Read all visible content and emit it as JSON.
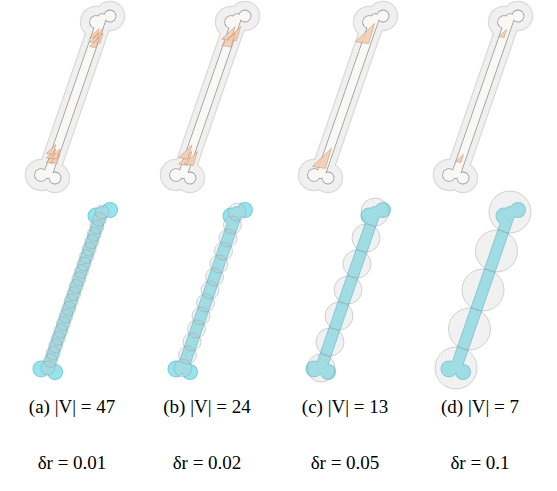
{
  "diagram": {
    "labels": [
      "(a) |V| = 47",
      "(b) |V| = 24",
      "(c) |V| = 13",
      "(d) |V| = 7",
      "δr = 0.01",
      "δr = 0.02",
      "δr = 0.05",
      "δr = 0.1"
    ]
  }
}
